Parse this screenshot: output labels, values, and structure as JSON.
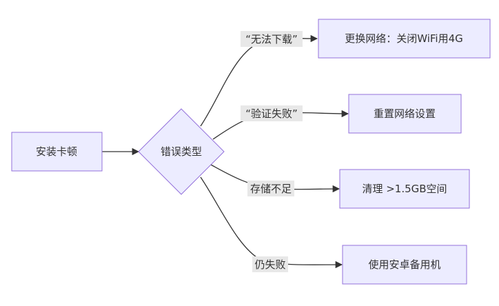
{
  "colors": {
    "node_fill": "#ECECFF",
    "node_stroke": "#9370DB",
    "edge": "#333333",
    "label_bg": "#E8E8E8",
    "text": "#333333"
  },
  "nodes": {
    "start": "安装卡顿",
    "decision": "错误类型",
    "change_network": "更换网络：关闭WiFi用4G",
    "reset_network": "重置网络设置",
    "clear_space": "清理 >1.5GB空间",
    "use_backup": "使用安卓备用机"
  },
  "edge_labels": {
    "download_fail": "“无法下载”",
    "verify_fail": "“验证失败”",
    "storage_low": "存储不足",
    "still_fail": "仍失败"
  }
}
